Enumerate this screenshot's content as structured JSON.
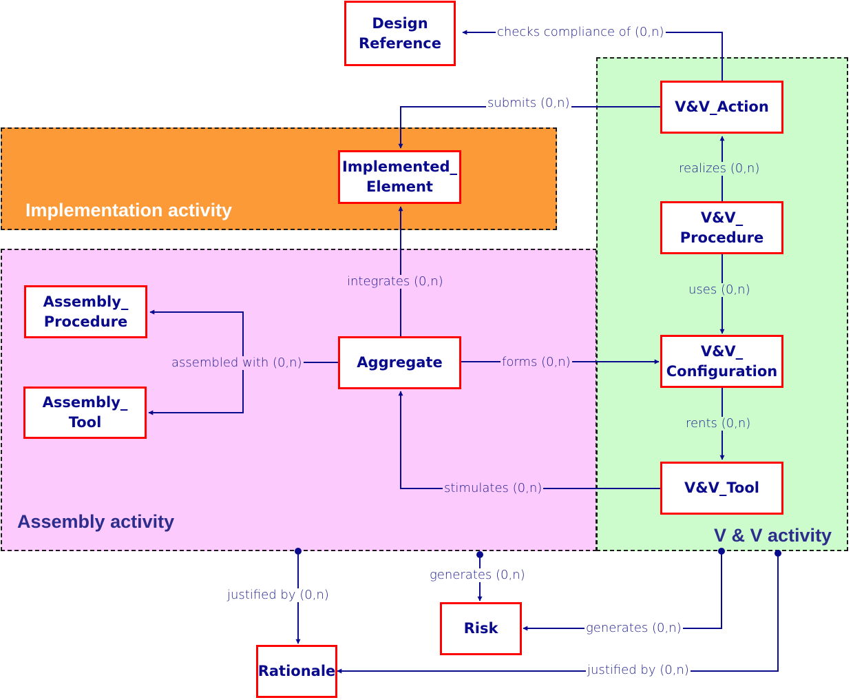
{
  "colors": {
    "implementation_region": "#fc9a38",
    "assembly_region": "#fdcafd",
    "vv_region": "#ccfccc",
    "entity_border": "#ff0000",
    "entity_text": "#0a0a8c",
    "connector": "#0a0a8c",
    "region_title_impl": "#ffffff",
    "region_title_other": "#2d2d8c"
  },
  "regions": {
    "implementation": {
      "title": "Implementation activity"
    },
    "assembly": {
      "title": "Assembly activity"
    },
    "vv": {
      "title": "V & V activity"
    }
  },
  "entities": {
    "design_reference": "Design\nReference",
    "vv_action": "V&V_Action",
    "implemented_element": "Implemented_\nElement",
    "vv_procedure": "V&V_\nProcedure",
    "assembly_procedure": "Assembly_\nProcedure",
    "assembly_tool": "Assembly_\nTool",
    "aggregate": "Aggregate",
    "vv_configuration": "V&V_\nConfiguration",
    "vv_tool": "V&V_Tool",
    "risk": "Risk",
    "rationale": "Rationale"
  },
  "relations": {
    "checks_compliance": "checks compliance of (0,n)",
    "submits": "submits (0,n)",
    "realizes": "realizes (0,n)",
    "uses": "uses (0,n)",
    "integrates": "integrates (0,n)",
    "assembled_with": "assembled with (0,n)",
    "forms": "forms (0,n)",
    "rents": "rents (0,n)",
    "stimulates": "stimulates (0,n)",
    "assembly_justified_by": "justified by (0,n)",
    "assembly_generates": "generates (0,n)",
    "vv_generates": "generates (0,n)",
    "vv_justified_by": "justified by (0,n)"
  }
}
